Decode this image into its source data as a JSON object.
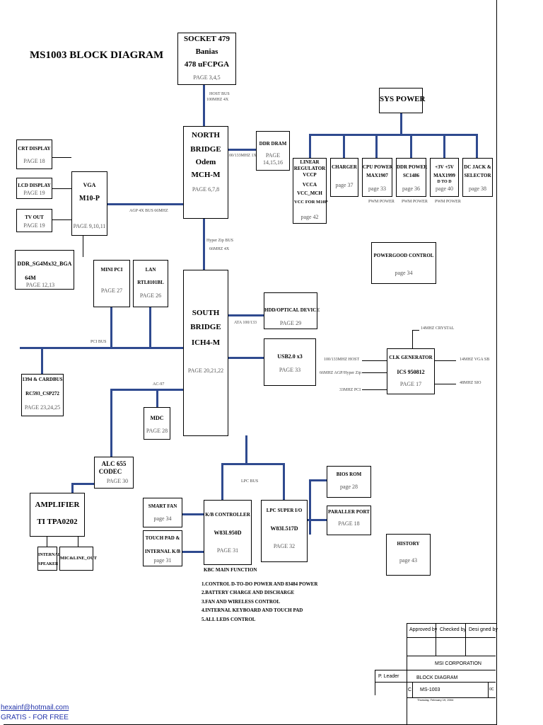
{
  "title": "MS1003 BLOCK DIAGRAM",
  "blocks": {
    "socket": {
      "l1": "SOCKET 479",
      "l2": "Banias",
      "l3": "478 uFCPGA",
      "page": "PAGE 3,4,5"
    },
    "north": {
      "l1": "NORTH",
      "l2": "BRIDGE",
      "l3": "Odem",
      "l4": "MCH-M",
      "page": "PAGE 6,7,8"
    },
    "ddr": {
      "l1": "DDR DRAM",
      "page": "PAGE",
      "page2": "14,15,16"
    },
    "vga": {
      "l1": "VGA",
      "l2": "M10-P",
      "page": "PAGE 9,10,11"
    },
    "crt": {
      "l1": "CRT DISPLAY",
      "page": "PAGE 18"
    },
    "lcd": {
      "l1": "LCD DISPLAY",
      "page": "PAGE 19"
    },
    "tv": {
      "l1": "TV OUT",
      "page": "PAGE 19"
    },
    "vram": {
      "l1": "DDR_SG4Mx32_BGA",
      "l2": "64M",
      "page": "PAGE 12,13"
    },
    "minipci": {
      "l1": "MINI PCI",
      "page": "PAGE 27"
    },
    "lan": {
      "l1": "LAN",
      "l2": "RTL8101BL",
      "page": "PAGE 26"
    },
    "south": {
      "l1": "SOUTH",
      "l2": "BRIDGE",
      "l3": "ICH4-M",
      "page": "PAGE 20,21,22"
    },
    "hdd": {
      "l1": "HDD/OPTICAL DEVICE",
      "page": "PAGE 29"
    },
    "usb": {
      "l1": "USB2.0 x3",
      "page": "PAGE 33"
    },
    "cardbus": {
      "l1": "1394 & CARDBUS",
      "l2": "RC593_CSP272",
      "page": "PAGE 23,24,25"
    },
    "mdc": {
      "l1": "MDC",
      "page": "PAGE 28"
    },
    "alc": {
      "l1": "ALC 655",
      "l2": "CODEC",
      "page": "PAGE 30"
    },
    "amp": {
      "l1": "AMPLIFIER",
      "l2": "TI TPA0202"
    },
    "speaker": {
      "l1": "INTERNAL",
      "l2": "SPEAKER"
    },
    "micline": {
      "l1": "MIC&LINE_OUT"
    },
    "smartfan": {
      "l1": "SMART FAN",
      "page": "page 34"
    },
    "touchpad": {
      "l1": "TOUCH PAD &",
      "l2": "INTERNAL K/B",
      "page": "page 31"
    },
    "kbc": {
      "l1": "K/B CONTROLLER",
      "l2": "W83L950D",
      "page": "PAGE 31"
    },
    "superio": {
      "l1": "LPC SUPER I/O",
      "l2": "W83L517D",
      "page": "PAGE 32"
    },
    "bios": {
      "l1": "BIOS ROM",
      "page": "page 28"
    },
    "parallel": {
      "l1": "PARALLER PORT",
      "page": "PAGE 18"
    },
    "history": {
      "l1": "HISTORY",
      "page": "page 43"
    },
    "syspower": {
      "l1": "SYS POWER"
    },
    "linear": {
      "l1": "LINEAR",
      "l2": "REGULATOR",
      "l3": "VCCP",
      "l4": "VCCA",
      "l5": "VCC_MCH",
      "l6": "VCC FOR M10P",
      "page": "page 42"
    },
    "charger": {
      "l1": "CHARGER",
      "page": "page 37"
    },
    "cpupower": {
      "l1": "CPU POWER",
      "l2": "MAX1907",
      "page": "page 33",
      "sub": "PWM POWER"
    },
    "ddrpower": {
      "l1": "DDR POWER",
      "l2": "SC1486",
      "page": "page 36",
      "sub": "PWM POWER"
    },
    "v3v5": {
      "l1": "+3V +5V",
      "l2": "MAX1999",
      "l3": "D TO D",
      "page": "page 40",
      "sub": "PWM POWER"
    },
    "dcjack": {
      "l1": "DC JACK &",
      "l2": "SELECTOR",
      "page": "page 38"
    },
    "powergood": {
      "l1": "POWERGOOD CONTROL",
      "page": "page 34"
    },
    "clk": {
      "l1": "CLK GENERATOR",
      "l2": "ICS 950812",
      "page": "PAGE 17"
    }
  },
  "bus_labels": {
    "host": "HOST BUS",
    "host2": "100MHZ 4X",
    "mem": "100/133MHZ 1X",
    "agp": "AGP 4X BUS 66MHZ",
    "hub": "Hyper Zip BUS",
    "hub2": "66MHZ 4X",
    "pci": "PCI BUS",
    "ata": "ATA 100/133",
    "ac97": "AC-97",
    "lpc": "LPC BUS",
    "crystal": "14MHZ CRYSTAL",
    "clk_l1": "100/133MHZ HOST",
    "clk_l2": "66MHZ AGP/Hyper Zip",
    "clk_l3": "33MHZ PCI",
    "clk_r1": "14MHZ VGA SB",
    "clk_r2": "48MHZ SIO"
  },
  "kbc_function": {
    "title": "KBC MAIN FUNCTION",
    "items": [
      "1.CONTROL D-TO-DO POWER AND 83484 POWER",
      "2.BATTERY CHARGE AND DISCHARGE",
      "3.FAN AND WIRELESS CONTROL",
      "4.INTERNAL KEYBOARD AND TOUCH PAD",
      "5.ALL LEDS CONTROL"
    ]
  },
  "title_block": {
    "approved": "Approved by",
    "checked": "Checked by",
    "designed": "Desi gned by",
    "corp": "MSI CORPORATION",
    "leader": "P. Leader",
    "diagram": "BLOCK DIAGRAM",
    "model": "MS-1003",
    "rev": "C",
    "rev_right": "0C",
    "date": "Thursday, February 19, 2004"
  },
  "watermark": {
    "email": "hexainf@hotmail.com",
    "free": "GRATIS - FOR FREE"
  }
}
